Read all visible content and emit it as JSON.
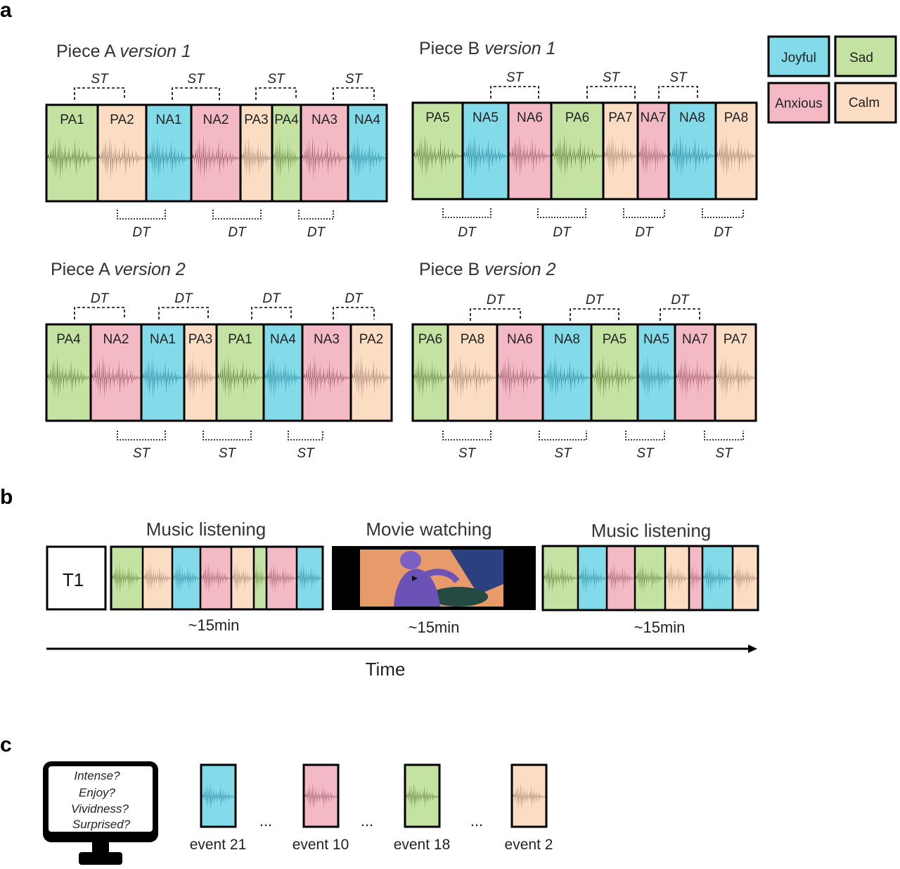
{
  "panel_labels": {
    "a": "a",
    "b": "b",
    "c": "c"
  },
  "legend": [
    {
      "label": "Joyful",
      "color": "#83dbea"
    },
    {
      "label": "Sad",
      "color": "#c4e3a2"
    },
    {
      "label": "Anxious",
      "color": "#f3b9c4"
    },
    {
      "label": "Calm",
      "color": "#fbddc3"
    }
  ],
  "emotion_colors": {
    "J": {
      "fill": "#83dbea",
      "wave": "#1a7a8c"
    },
    "S": {
      "fill": "#c4e3a2",
      "wave": "#4d6a26"
    },
    "A": {
      "fill": "#f3b9c4",
      "wave": "#8c4656"
    },
    "C": {
      "fill": "#fbddc3",
      "wave": "#8f6f58"
    }
  },
  "sequences": [
    {
      "title_plain": "Piece A ",
      "title_italic": "version 1",
      "top_label": "ST",
      "bottom_label": "DT",
      "segments": [
        {
          "label": "PA1",
          "emotion": "S"
        },
        {
          "label": "PA2",
          "emotion": "C"
        },
        {
          "label": "NA1",
          "emotion": "J"
        },
        {
          "label": "NA2",
          "emotion": "A"
        },
        {
          "label": "PA3",
          "emotion": "C"
        },
        {
          "label": "PA4",
          "emotion": "S"
        },
        {
          "label": "NA3",
          "emotion": "A"
        },
        {
          "label": "NA4",
          "emotion": "J"
        }
      ]
    },
    {
      "title_plain": "Piece B ",
      "title_italic": "version 1",
      "top_label": "ST",
      "bottom_label": "DT",
      "segments": [
        {
          "label": "PA5",
          "emotion": "S"
        },
        {
          "label": "NA5",
          "emotion": "J"
        },
        {
          "label": "NA6",
          "emotion": "A"
        },
        {
          "label": "PA6",
          "emotion": "S"
        },
        {
          "label": "PA7",
          "emotion": "C"
        },
        {
          "label": "NA7",
          "emotion": "A"
        },
        {
          "label": "NA8",
          "emotion": "J"
        },
        {
          "label": "PA8",
          "emotion": "C"
        }
      ]
    },
    {
      "title_plain": "Piece A ",
      "title_italic": "version 2",
      "top_label": "DT",
      "bottom_label": "ST",
      "segments": [
        {
          "label": "PA4",
          "emotion": "S"
        },
        {
          "label": "NA2",
          "emotion": "A"
        },
        {
          "label": "NA1",
          "emotion": "J"
        },
        {
          "label": "PA3",
          "emotion": "C"
        },
        {
          "label": "PA1",
          "emotion": "S"
        },
        {
          "label": "NA4",
          "emotion": "J"
        },
        {
          "label": "NA3",
          "emotion": "A"
        },
        {
          "label": "PA2",
          "emotion": "C"
        }
      ]
    },
    {
      "title_plain": "Piece B ",
      "title_italic": "version 2",
      "top_label": "DT",
      "bottom_label": "ST",
      "segments": [
        {
          "label": "PA6",
          "emotion": "S"
        },
        {
          "label": "PA8",
          "emotion": "C"
        },
        {
          "label": "NA6",
          "emotion": "A"
        },
        {
          "label": "NA8",
          "emotion": "J"
        },
        {
          "label": "PA5",
          "emotion": "S"
        },
        {
          "label": "NA5",
          "emotion": "J"
        },
        {
          "label": "NA7",
          "emotion": "A"
        },
        {
          "label": "PA7",
          "emotion": "C"
        }
      ]
    }
  ],
  "timeline": {
    "t1_label": "T1",
    "blocks": [
      {
        "title": "Music listening",
        "duration": "~15min",
        "emotions": [
          "S",
          "C",
          "J",
          "A",
          "C",
          "S",
          "A",
          "J"
        ]
      },
      {
        "title": "Movie watching",
        "duration": "~15min",
        "emotions": []
      },
      {
        "title": "Music listening",
        "duration": "~15min",
        "emotions": [
          "S",
          "J",
          "A",
          "S",
          "C",
          "A",
          "J",
          "C"
        ]
      }
    ],
    "axis_label": "Time"
  },
  "ratings": {
    "questions": [
      "Intense?",
      "Enjoy?",
      "Vividness?",
      "Surprised?"
    ],
    "ellipsis": "...",
    "events": [
      {
        "label": "event 21",
        "emotion": "J"
      },
      {
        "label": "event 10",
        "emotion": "A"
      },
      {
        "label": "event 18",
        "emotion": "S"
      },
      {
        "label": "event 2",
        "emotion": "C"
      }
    ]
  }
}
